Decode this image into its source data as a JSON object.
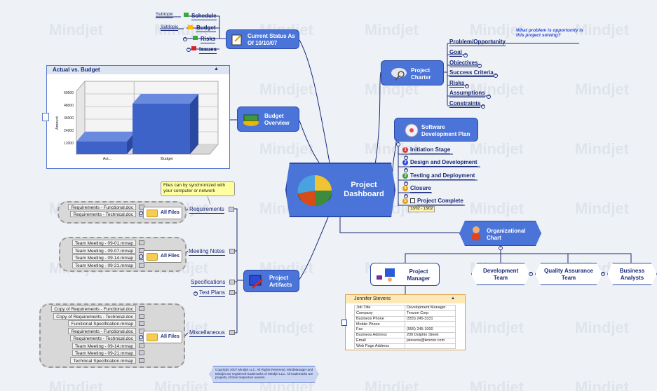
{
  "watermark": "Mindjet",
  "central": {
    "title": "Project Dashboard"
  },
  "status": {
    "title": "Current Status As Of 10/10/07",
    "items": [
      {
        "label": "Schedule",
        "subtopic": "Subtopic"
      },
      {
        "label": "Budget",
        "subtopic": "Subtopic"
      },
      {
        "label": "Risks"
      },
      {
        "label": "Issues"
      }
    ]
  },
  "budget": {
    "title": "Budget Overview",
    "chart_title": "Actual vs. Budget"
  },
  "chart_data": {
    "type": "bar",
    "categories": [
      "Act...",
      "Budget"
    ],
    "values": [
      12000,
      48000
    ],
    "ylabel": "Amount",
    "y_ticks": [
      "60000",
      "48000",
      "36000",
      "24000",
      "12000"
    ],
    "ylim": [
      0,
      60000
    ]
  },
  "charter": {
    "title": "Project Charter",
    "question": "What problem is opportunity is this project solving?",
    "items": [
      "Problem/Opportunity",
      "Goal",
      "Objectives",
      "Success Criteria",
      "Risks",
      "Assumptions",
      "Constraints"
    ]
  },
  "software": {
    "title": "Software Development Plan",
    "stages": [
      {
        "num": "1",
        "label": "Initiation Stage"
      },
      {
        "num": "2",
        "label": "Design and Development"
      },
      {
        "num": "3",
        "label": "Testing and Deployment"
      },
      {
        "num": "4",
        "label": "Closure"
      },
      {
        "num": "5",
        "label": "Project Complete"
      }
    ],
    "complete_dates": "13/02 - 13/02"
  },
  "org": {
    "title": "Organizational Chart",
    "pm": "Project Manager",
    "children": [
      "Development Team",
      "Quality Assurance Team",
      "Business Analysts"
    ]
  },
  "contact": {
    "name": "Jennifer Stevens",
    "rows": [
      [
        "Job Title",
        "Development Manager"
      ],
      [
        "Company",
        "Tenzon Corp"
      ],
      [
        "Business Phone",
        "(555) 245-3331"
      ],
      [
        "Mobile Phone",
        ""
      ],
      [
        "Fax",
        "(555) 245-1000"
      ],
      [
        "Business Address",
        "200 Dolphin Street"
      ],
      [
        "Email",
        "jstevens@tenzon.com"
      ],
      [
        "Web Page Address",
        ""
      ]
    ]
  },
  "artifacts": {
    "title": "Project Artifacts",
    "callout": "Files can by synchronized with your computer or network",
    "all_files": "All Files",
    "requirements": {
      "label": "Requirements",
      "docs": [
        "Requirements - Functional.doc",
        "Requirements - Technical.doc"
      ]
    },
    "meetings": {
      "label": "Meeting Notes",
      "docs": [
        "Team Meeting - 09-01.mmap",
        "Team Meeting - 09-07.mmap",
        "Team Meeting - 09-14.mmap",
        "Team Meeting - 09-21.mmap"
      ]
    },
    "specifications": "Specifications",
    "test_plans": "Test Plans",
    "misc": {
      "label": "Miscellaneous",
      "docs": [
        "Copy of Requirements - Functional.doc",
        "Copy of Requirements - Technical.doc",
        "Functional Specification.mmap",
        "Requirements - Functional.doc",
        "Requirements - Technical.doc",
        "Team Meeting - 09-14.mmap",
        "Team Meeting - 09-21.mmap",
        "Technical Specification.mmap"
      ]
    }
  },
  "copyright": "Copyright 2007 Mindjet LLC.  All Rights Reserved. MindManager and Mindjet are registered trademarks of Mindjet LLC. All trademarks are property of their respective owners."
}
